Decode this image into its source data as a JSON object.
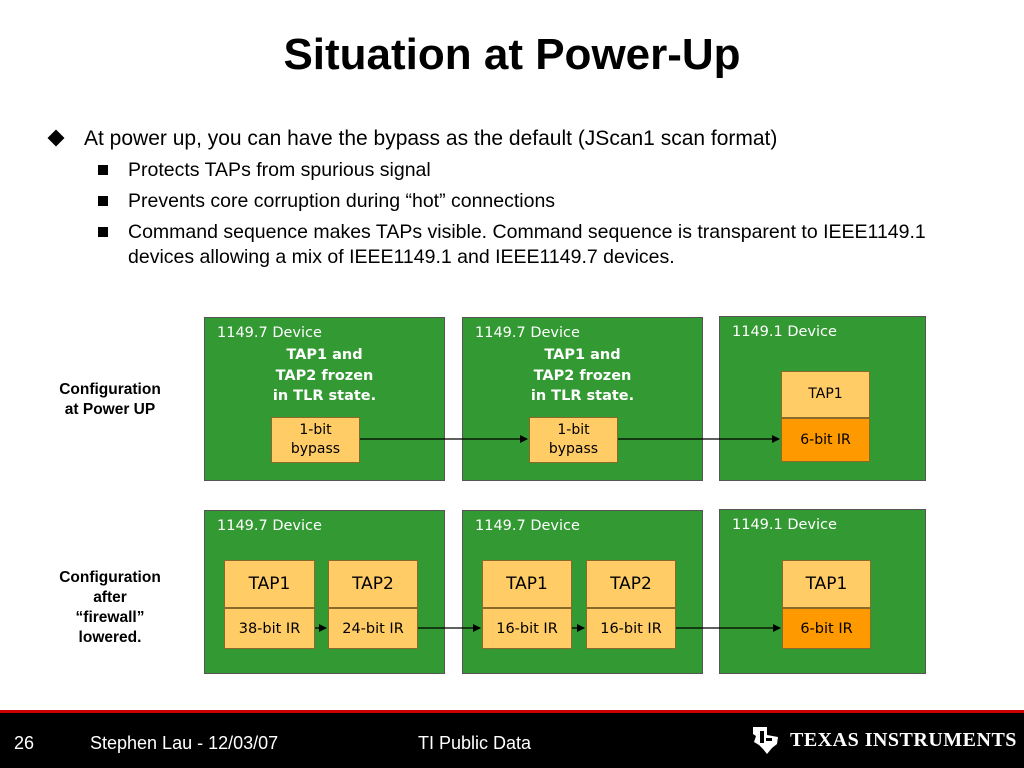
{
  "title": "Situation at Power-Up",
  "bullets": {
    "main": "At power up, you can have the bypass as the default (JScan1 scan format)",
    "sub": [
      "Protects TAPs from spurious signal",
      "Prevents core corruption during “hot” connections",
      "Command sequence makes TAPs visible. Command sequence is transparent to IEEE1149.1 devices allowing a mix of IEEE1149.1 and IEEE1149.7 devices."
    ]
  },
  "rows": {
    "top_label": [
      "Configuration",
      "at Power UP"
    ],
    "bottom_label": [
      "Configuration",
      "after",
      "“firewall”",
      "lowered."
    ]
  },
  "top_devices": [
    {
      "name": "1149.7 Device",
      "note": [
        "TAP1 and",
        "TAP2 frozen",
        "in TLR state."
      ],
      "box": [
        "1-bit",
        "bypass"
      ]
    },
    {
      "name": "1149.7 Device",
      "note": [
        "TAP1 and",
        "TAP2 frozen",
        "in TLR state."
      ],
      "box": [
        "1-bit",
        "bypass"
      ]
    },
    {
      "name": "1149.1 Device",
      "tap": "TAP1",
      "ir": "6-bit IR"
    }
  ],
  "bottom_devices": [
    {
      "name": "1149.7 Device",
      "taps": [
        {
          "tap": "TAP1",
          "ir": "38-bit IR"
        },
        {
          "tap": "TAP2",
          "ir": "24-bit IR"
        }
      ]
    },
    {
      "name": "1149.7 Device",
      "taps": [
        {
          "tap": "TAP1",
          "ir": "16-bit IR"
        },
        {
          "tap": "TAP2",
          "ir": "16-bit IR"
        }
      ]
    },
    {
      "name": "1149.1 Device",
      "taps": [
        {
          "tap": "TAP1",
          "ir": "6-bit IR"
        }
      ]
    }
  ],
  "footer": {
    "page": "26",
    "author": "Stephen Lau - 12/03/07",
    "classification": "TI Public Data",
    "logo": {
      "texas": "Texas",
      "instruments": "Instruments"
    }
  },
  "colors": {
    "device_green": "#339933",
    "register_yellow": "#ffcc66",
    "register_orange": "#ff9900",
    "footer_red": "#cc0000"
  }
}
